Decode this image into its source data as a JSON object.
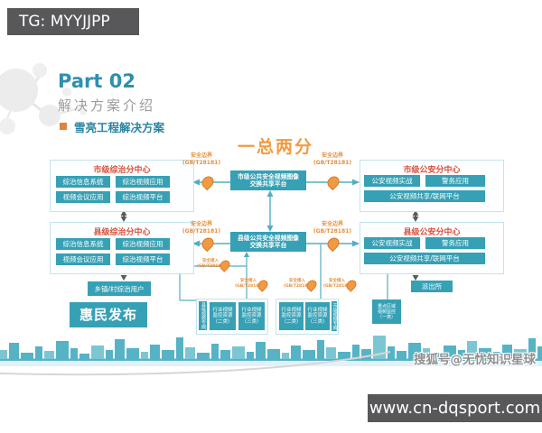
{
  "tg_badge": {
    "label": "TG: MYYJJPP"
  },
  "header": {
    "part_title": "Part 02",
    "part_subtitle": "解决方案介绍",
    "section_bullet": "雪亮工程解决方案"
  },
  "diagram": {
    "title": "一总两分",
    "security_boundary": {
      "line1": "安全边界",
      "line2": "(GB/T28181)"
    },
    "secure_access": {
      "line1": "安全接入",
      "line2": "(GB/T28181)"
    },
    "city_zhengzhi": {
      "title": "市级综治分中心",
      "items": [
        "综治信息系统",
        "综治视频应用",
        "视频会议应用",
        "综治视频平台"
      ]
    },
    "county_zhengzhi": {
      "title": "县级综治分中心",
      "items": [
        "综治信息系统",
        "综治视频应用",
        "视频会议应用",
        "综治视频平台"
      ]
    },
    "city_platform": {
      "line1": "市级公共安全视频图像",
      "line2": "交换共享平台"
    },
    "county_platform": {
      "line1": "县级公共安全视频图像",
      "line2": "交换共享平台"
    },
    "city_gongan": {
      "title": "市级公安分中心",
      "items": [
        "公安视频实战",
        "警务应用"
      ],
      "wide_item": "公安视频共享/联网平台"
    },
    "county_gongan": {
      "title": "县级公安分中心",
      "items": [
        "公安视频实战",
        "警务应用"
      ],
      "wide_item": "公安视频共享/联网平台"
    },
    "township_box": "乡镇/村综治用户",
    "huimin_box": "惠民发布",
    "paichusuo_box": "派出所",
    "key_area_box": {
      "line1": "重点区域",
      "line2": "视频监控",
      "line3": "（一类）"
    },
    "left_group": {
      "side_label": "县级视频专网",
      "box1": {
        "line1": "行业视频",
        "line2": "监控资源",
        "line3": "（二类）"
      },
      "box2": {
        "line1": "行业视频",
        "line2": "监控资源",
        "line3": "（三类）"
      }
    },
    "right_group": {
      "side_label": "市级视频专网",
      "box1": {
        "line1": "行业视频",
        "line2": "监控资源",
        "line3": "（二类）"
      },
      "box2": {
        "line1": "行业视频",
        "line2": "监控资源",
        "line3": "（三类）"
      }
    }
  },
  "footer": {
    "watermark": "搜狐号@无忧知识星球",
    "url": "www.cn-dqsport.com"
  },
  "colors": {
    "teal_box": "#36a0b5",
    "container_border": "#c6e3ec",
    "red_title": "#d8503c",
    "orange_accent": "#ef9b43",
    "dark_bar": "#58585a",
    "skyline": "#56b3c6"
  }
}
